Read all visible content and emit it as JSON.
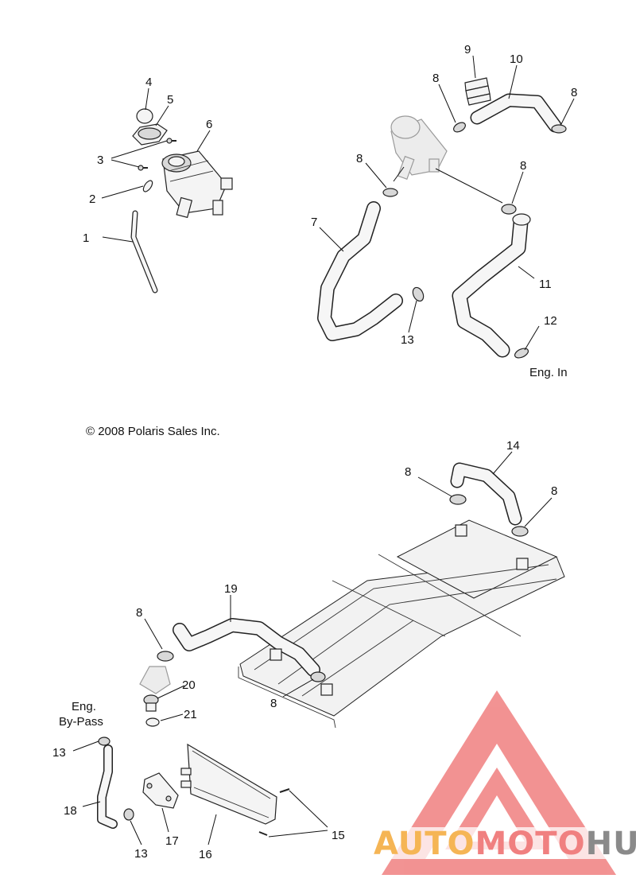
{
  "diagram": {
    "copyright": "© 2008 Polaris Sales Inc.",
    "notes": {
      "eng_in": "Eng. In",
      "eng_bypass_line1": "Eng.",
      "eng_bypass_line2": "By-Pass"
    },
    "callouts": {
      "c1": "1",
      "c2": "2",
      "c3": "3",
      "c4": "4",
      "c5": "5",
      "c6": "6",
      "c7": "7",
      "c8a": "8",
      "c8b": "8",
      "c8c": "8",
      "c8d": "8",
      "c8e": "8",
      "c8f": "8",
      "c8g": "8",
      "c8h": "8",
      "c9": "9",
      "c10": "10",
      "c11": "11",
      "c12": "12",
      "c13a": "13",
      "c13b": "13",
      "c13c": "13",
      "c14": "14",
      "c15": "15",
      "c16": "16",
      "c17": "17",
      "c18": "18",
      "c19": "19",
      "c20": "20",
      "c21": "21"
    }
  },
  "watermark": {
    "text_part1": "AUTO",
    "text_part2": "MOTO",
    "text_part3": "HUB",
    "color_primary": "#f08080",
    "color_secondary": "#f5b555",
    "color_tertiary": "#8a8a8a"
  }
}
